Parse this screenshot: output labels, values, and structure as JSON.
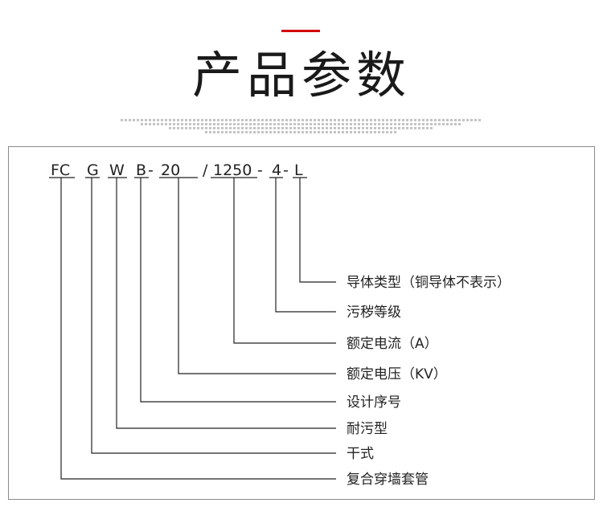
{
  "header": {
    "title": "产品参数",
    "accent_color": "#d40000"
  },
  "code": {
    "segments": [
      "FC",
      "G",
      "W",
      "B",
      "-",
      "20",
      "/",
      "1250",
      "-",
      "4",
      "-",
      "L"
    ]
  },
  "labels": [
    "导体类型（铜导体不表示）",
    "污秽等级",
    "额定电流（A）",
    "额定电压（KV）",
    "设计序号",
    "耐污型",
    "干式",
    "复合穿墙套管"
  ]
}
